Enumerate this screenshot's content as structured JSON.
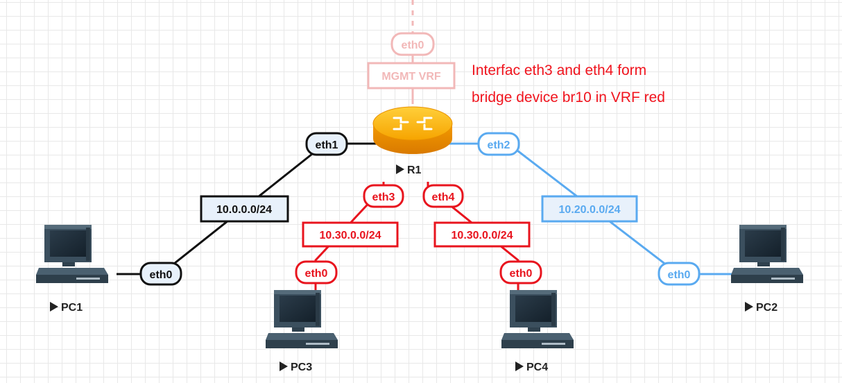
{
  "colors": {
    "black": "#111111",
    "blue": "#5aaaf0",
    "red": "#e8141e",
    "faded": "#f2b8b8",
    "net_fill": "#e8f1fb",
    "label_fill": "#ffffff",
    "router": "#f5a300",
    "note": "#f0141e"
  },
  "nodes": {
    "r1": "R1",
    "pc1": "PC1",
    "pc2": "PC2",
    "pc3": "PC3",
    "pc4": "PC4"
  },
  "interfaces": {
    "r1_eth0": "eth0",
    "r1_eth1": "eth1",
    "r1_eth2": "eth2",
    "r1_eth3": "eth3",
    "r1_eth4": "eth4",
    "pc1_eth0": "eth0",
    "pc2_eth0": "eth0",
    "pc3_eth0": "eth0",
    "pc4_eth0": "eth0"
  },
  "networks": {
    "mgmt": "MGMT VRF",
    "net1": "10.0.0.0/24",
    "net2": "10.20.0.0/24",
    "net3": "10.30.0.0/24",
    "net4": "10.30.0.0/24"
  },
  "note": {
    "line1": "Interfac eth3 and eth4 form",
    "line2": "bridge device br10 in VRF red"
  },
  "icons": {
    "router": "router-icon",
    "pc": "computer-icon",
    "node_marker": "play-triangle-icon"
  }
}
